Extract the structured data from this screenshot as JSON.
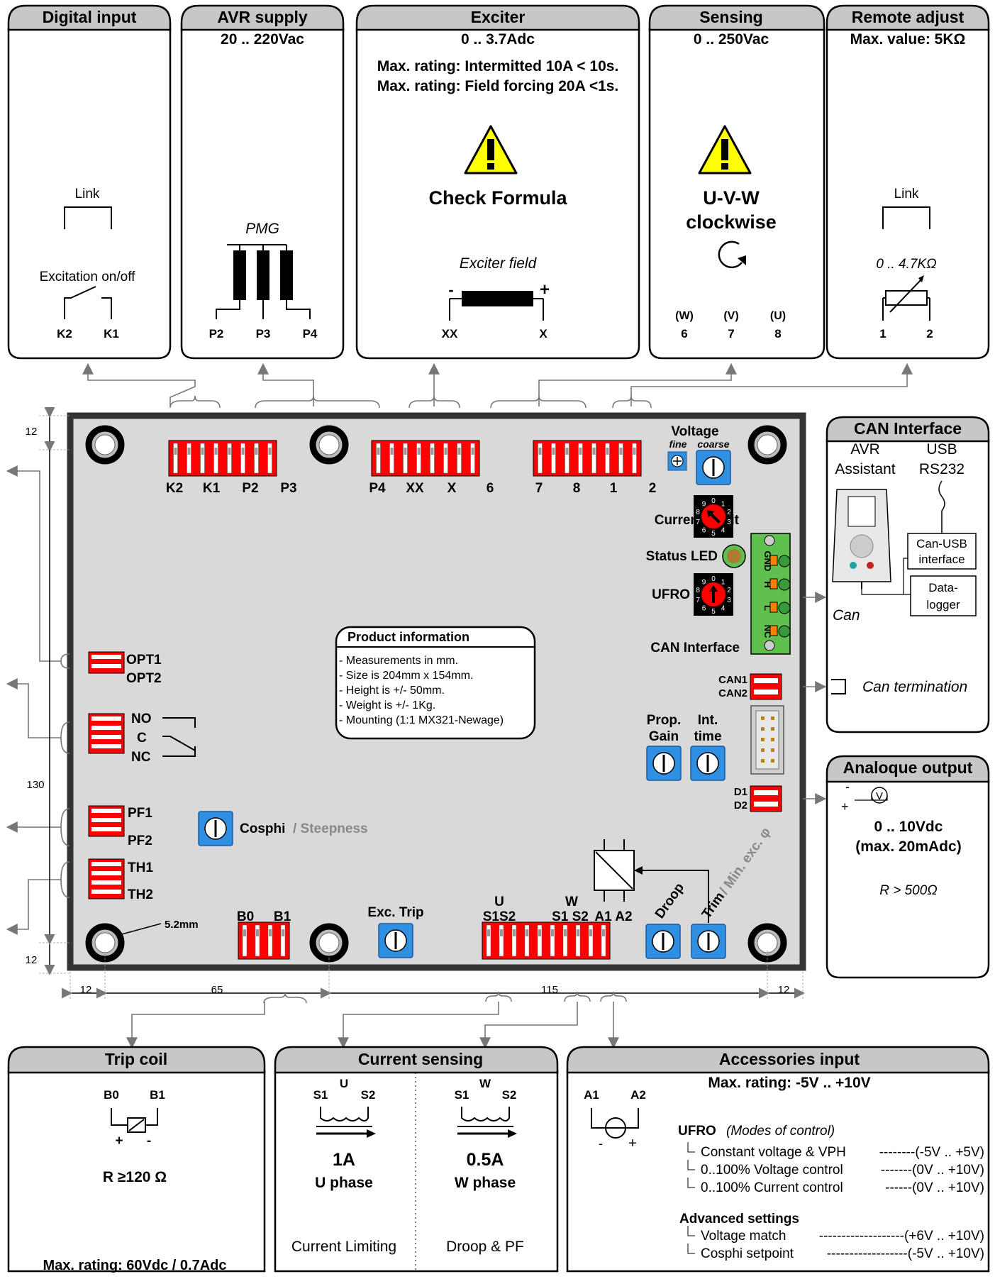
{
  "colors": {
    "header_fill": "#c7c7c7",
    "board_fill": "#d9d9d9",
    "board_border": "#333333",
    "terminal_red": "#ff0000",
    "pot_blue": "#2f8fe0",
    "connector_green": "#5fbf4f",
    "warning_yellow": "#ffff00",
    "arrow_gray": "#777777"
  },
  "top_boxes": {
    "digital_input": {
      "title": "Digital input",
      "link": "Link",
      "excitation": "Excitation on/off",
      "t1": "K2",
      "t2": "K1"
    },
    "avr_supply": {
      "title": "AVR supply",
      "range": "20 .. 220Vac",
      "pmg": "PMG",
      "t1": "P2",
      "t2": "P3",
      "t3": "P4"
    },
    "exciter": {
      "title": "Exciter",
      "range": "0 .. 3.7Adc",
      "rating1": "Max. rating: Intermitted 10A < 10s.",
      "rating2": "Max. rating: Field forcing 20A <1s.",
      "warning_icon": "warning-triangle-icon",
      "check": "Check Formula",
      "field": "Exciter field",
      "minus": "-",
      "plus": "+",
      "t1": "XX",
      "t2": "X"
    },
    "sensing": {
      "title": "Sensing",
      "range": "0 .. 250Vac",
      "warning_icon": "warning-triangle-icon",
      "uvw": "U-V-W",
      "clockwise": "clockwise",
      "rotation_icon": "clockwise-arrow-icon",
      "p1": "(W)",
      "p2": "(V)",
      "p3": "(U)",
      "t1": "6",
      "t2": "7",
      "t3": "8"
    },
    "remote_adjust": {
      "title": "Remote adjust",
      "max": "Max. value: 5KΩ",
      "link": "Link",
      "range": "0 .. 4.7KΩ",
      "t1": "1",
      "t2": "2"
    }
  },
  "board": {
    "terminals_top": [
      "K2",
      "K1",
      "P2",
      "P3",
      "P4",
      "XX",
      "X",
      "6",
      "7",
      "8",
      "1",
      "2"
    ],
    "voltage": "Voltage",
    "fine": "fine",
    "coarse": "coarse",
    "current_limit": "Current Limit",
    "status_led": "Status LED",
    "ufro": "UFRO",
    "can_interface": "CAN Interface",
    "can_pins": [
      "GND",
      "H",
      "L",
      "NC"
    ],
    "can1": "CAN1",
    "can2": "CAN2",
    "prop": "Prop.",
    "gain": "Gain",
    "int": "Int.",
    "time": "time",
    "d1": "D1",
    "d2": "D2",
    "opt1": "OPT1",
    "opt2": "OPT2",
    "no": "NO",
    "c": "C",
    "nc": "NC",
    "pf1": "PF1",
    "pf2": "PF2",
    "th1": "TH1",
    "th2": "TH2",
    "cosphi": "Cosphi",
    "steepness": "/ Steepness",
    "b0": "B0",
    "b1": "B1",
    "exc_trip": "Exc. Trip",
    "u": "U",
    "w": "W",
    "s1s2_u": "S1S2",
    "s1s2_w": "S1 S2",
    "a1a2": "A1 A2",
    "droop": "Droop",
    "trim": "Trim",
    "min_exc": "/ Min. exc. φ",
    "hole_dia": "5.2mm",
    "dial_digits": [
      "0",
      "1",
      "2",
      "3",
      "4",
      "5",
      "6",
      "7",
      "8",
      "9"
    ]
  },
  "product_info": {
    "title": "Product information",
    "lines": [
      "- Measurements in mm.",
      "- Size is 204mm x 154mm.",
      "- Height is +/- 50mm.",
      "- Weight is +/- 1Kg.",
      "- Mounting (1:1 MX321-Newage)"
    ]
  },
  "dimensions": {
    "top": "12",
    "height": "130",
    "bottom": "12",
    "left": "12",
    "width_a": "65",
    "width_b": "115",
    "right": "12"
  },
  "can_box": {
    "title": "CAN Interface",
    "avr": "AVR",
    "assistant": "Assistant",
    "usb": "USB",
    "rs232": "RS232",
    "can_usb_1": "Can-USB",
    "can_usb_2": "interface",
    "datalogger_1": "Data-",
    "datalogger_2": "logger",
    "can": "Can",
    "termination": "Can termination"
  },
  "analogue": {
    "title": "Analoque output",
    "minus": "-",
    "plus": "+",
    "v": "V",
    "range": "0 .. 10Vdc",
    "max": "(max. 20mAdc)",
    "r": "R > 500Ω"
  },
  "trip_coil": {
    "title": "Trip coil",
    "t1": "B0",
    "t2": "B1",
    "plus": "+",
    "minus": "-",
    "r": "R ≥120 Ω",
    "max": "Max. rating: 60Vdc / 0.7Adc"
  },
  "current_sensing": {
    "title": "Current sensing",
    "left": {
      "phase_letter": "U",
      "s1": "S1",
      "s2": "S2",
      "amps": "1A",
      "phase": "U phase",
      "use": "Current Limiting"
    },
    "right": {
      "phase_letter": "W",
      "s1": "S1",
      "s2": "S2",
      "amps": "0.5A",
      "phase": "W phase",
      "use": "Droop & PF"
    }
  },
  "accessories": {
    "title": "Accessories input",
    "max": "Max. rating: -5V .. +10V",
    "t1": "A1",
    "t2": "A2",
    "minus": "-",
    "plus": "+",
    "ufro": "UFRO",
    "modes": "(Modes of control)",
    "ufro_items": [
      {
        "label": "Constant voltage & VPH",
        "dots": "--------",
        "range": "(-5V .. +5V)"
      },
      {
        "label": "0..100% Voltage control",
        "dots": "-------",
        "range": "(0V .. +10V)"
      },
      {
        "label": "0..100% Current control",
        "dots": "------",
        "range": "(0V .. +10V)"
      }
    ],
    "advanced": "Advanced settings",
    "adv_items": [
      {
        "label": "Voltage match",
        "dots": "-------------------",
        "range": "(+6V .. +10V)"
      },
      {
        "label": "Cosphi setpoint",
        "dots": "------------------",
        "range": "(-5V .. +10V)"
      }
    ]
  }
}
